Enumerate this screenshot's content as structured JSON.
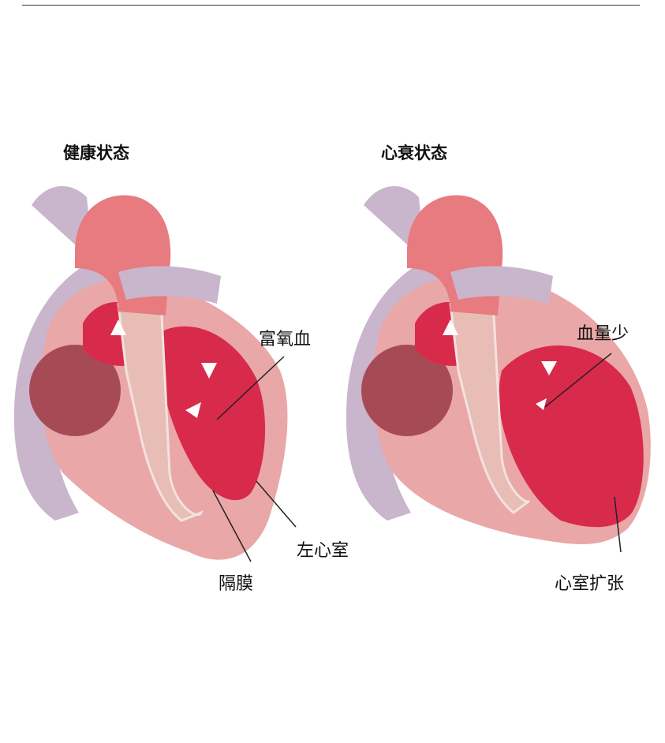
{
  "left": {
    "title": "健康状态",
    "labels": {
      "oxygenated_blood": "富氧血",
      "left_ventricle": "左心室",
      "septum": "隔膜"
    }
  },
  "right": {
    "title": "心衰状态",
    "labels": {
      "less_blood": "血量少",
      "ventricle_dilation": "心室扩张"
    }
  },
  "colors": {
    "outer_wall": "#e9a7a8",
    "chamber": "#d82a4b",
    "aorta": "#e77b7f",
    "vessel": "#c9b5cc",
    "atrium": "#a64b55"
  }
}
